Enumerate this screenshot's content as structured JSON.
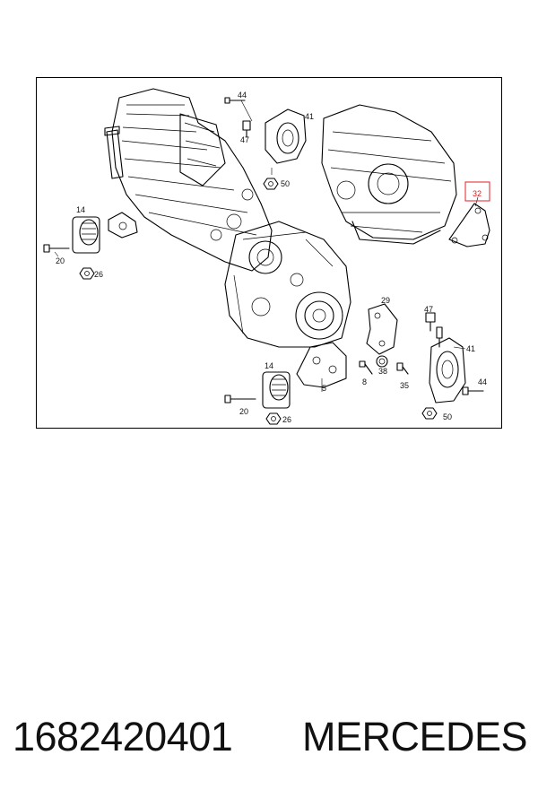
{
  "diagram": {
    "callouts": [
      "44",
      "41",
      "47",
      "50",
      "32",
      "14",
      "20",
      "26",
      "29",
      "47",
      "41",
      "38",
      "8",
      "35",
      "44",
      "5",
      "14",
      "20",
      "26",
      "50"
    ],
    "highlighted_callout": "32",
    "highlight_color": "#e02020"
  },
  "footer": {
    "part_number": "1682420401",
    "brand": "MERCEDES"
  }
}
